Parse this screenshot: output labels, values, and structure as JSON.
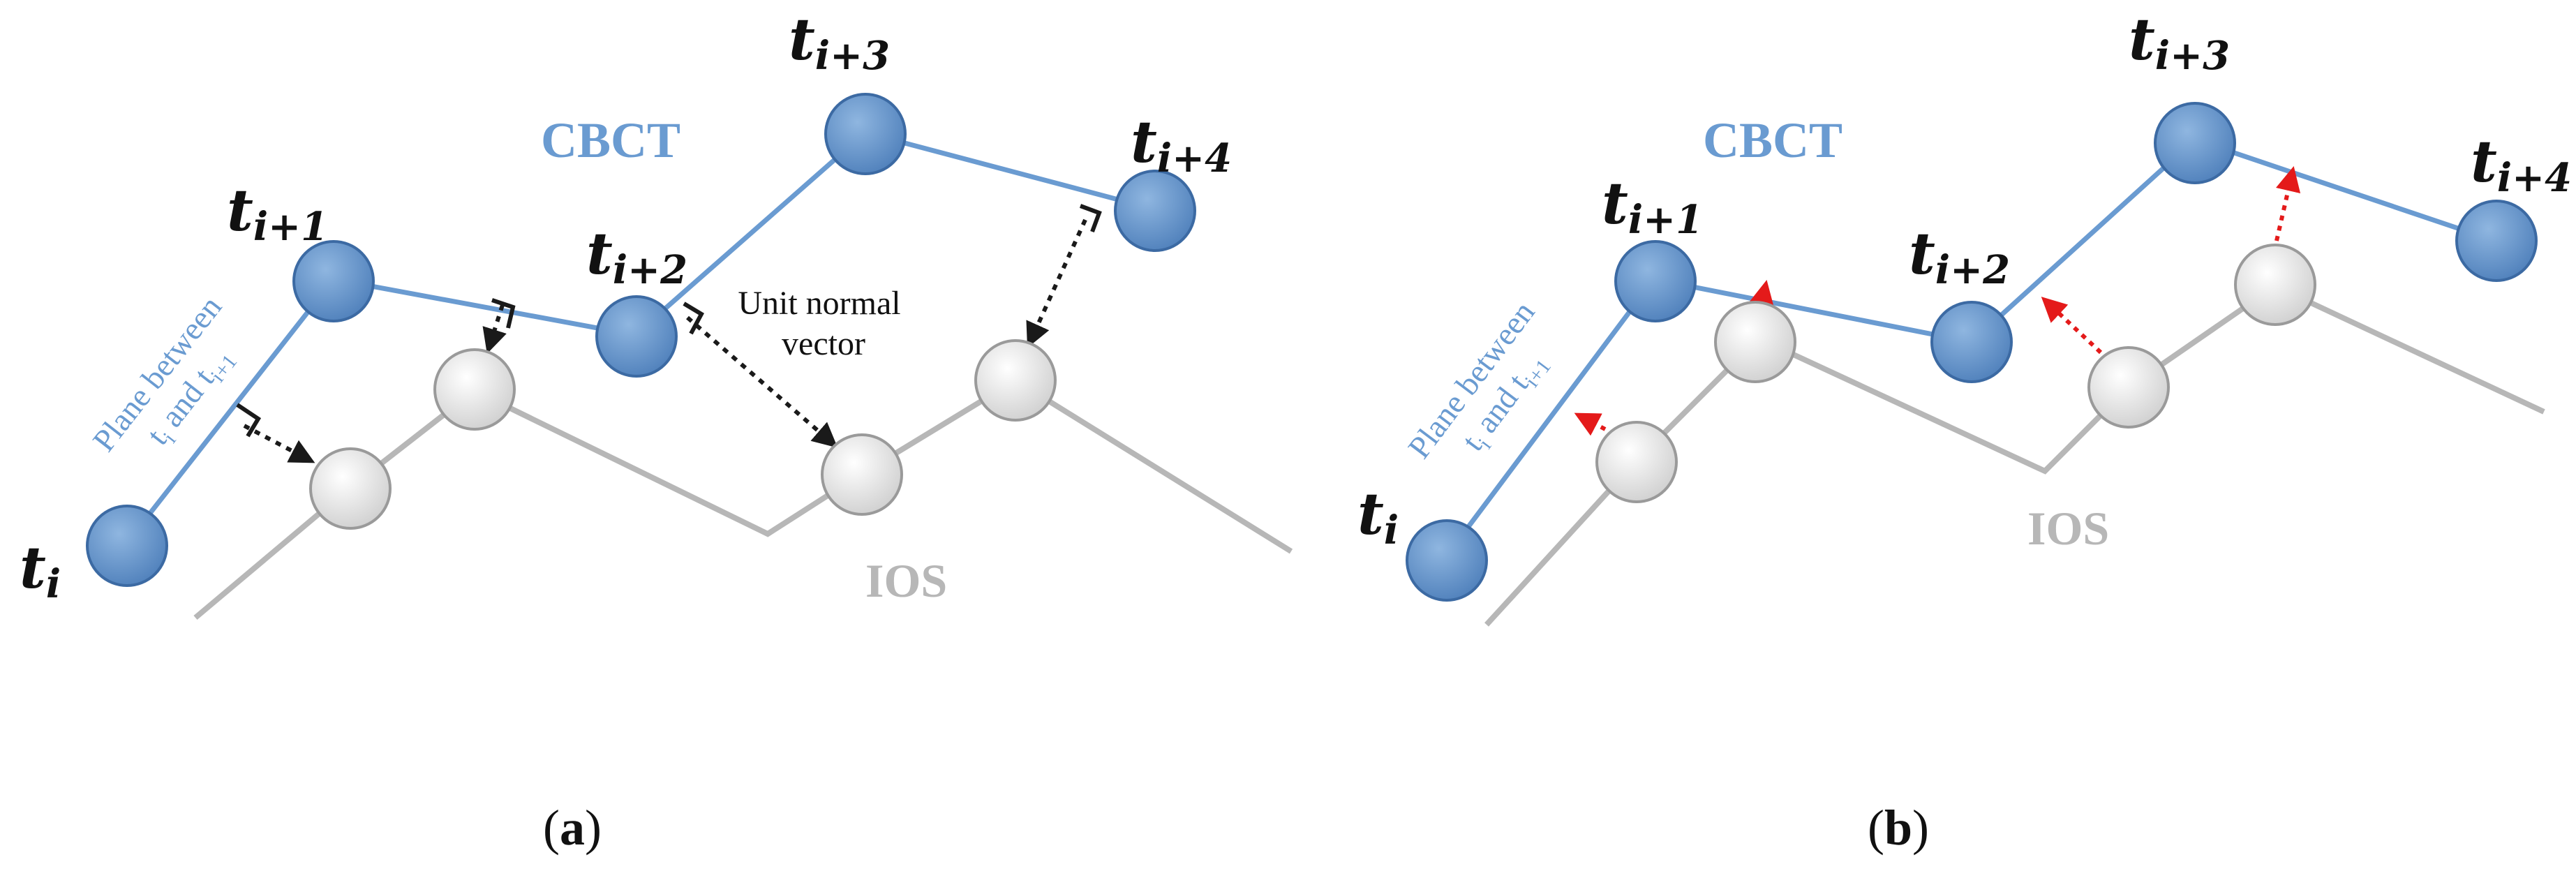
{
  "colors": {
    "cbct": "#6a9bd1",
    "ios": "#b7b7b7",
    "normal_arrow": "#1a1a1a",
    "correction_arrow": "#e41a1a"
  },
  "labels": {
    "cbct": "CBCT",
    "ios": "IOS",
    "unit_normal_line1": "Unit normal",
    "unit_normal_line2": "vector",
    "plane_line1": "Plane between",
    "plane_line2": "t",
    "plane_sub_i": "i",
    "plane_and": " and t",
    "plane_sub_i1": "i+1",
    "t": "t",
    "sub_i": "i",
    "sub_i1": "i+1",
    "sub_i2": "i+2",
    "sub_i3": "i+3",
    "sub_i4": "i+4"
  },
  "captions": {
    "a_open": "(",
    "a": "a",
    "a_close": ")",
    "b_open": "(",
    "b": "b",
    "b_close": ")"
  }
}
